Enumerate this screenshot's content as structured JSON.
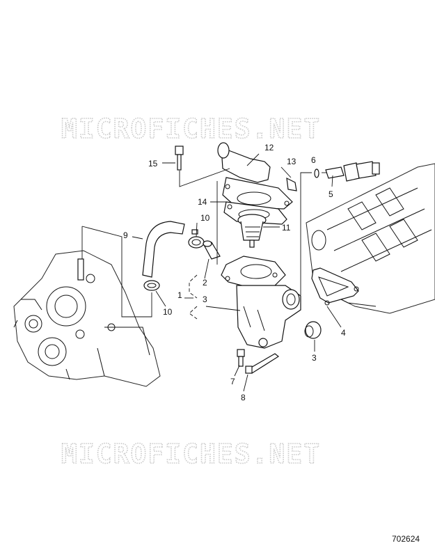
{
  "watermark_text": "MICROFICHES.NET",
  "reference_number": "702624",
  "callouts": {
    "c1": "1",
    "c2": "2",
    "c3a": "3",
    "c3b": "3",
    "c4": "4",
    "c5": "5",
    "c6": "6",
    "c7": "7",
    "c8": "8",
    "c9": "9",
    "c10a": "10",
    "c10b": "10",
    "c11": "11",
    "c12": "12",
    "c13": "13",
    "c14": "14",
    "c15": "15"
  }
}
